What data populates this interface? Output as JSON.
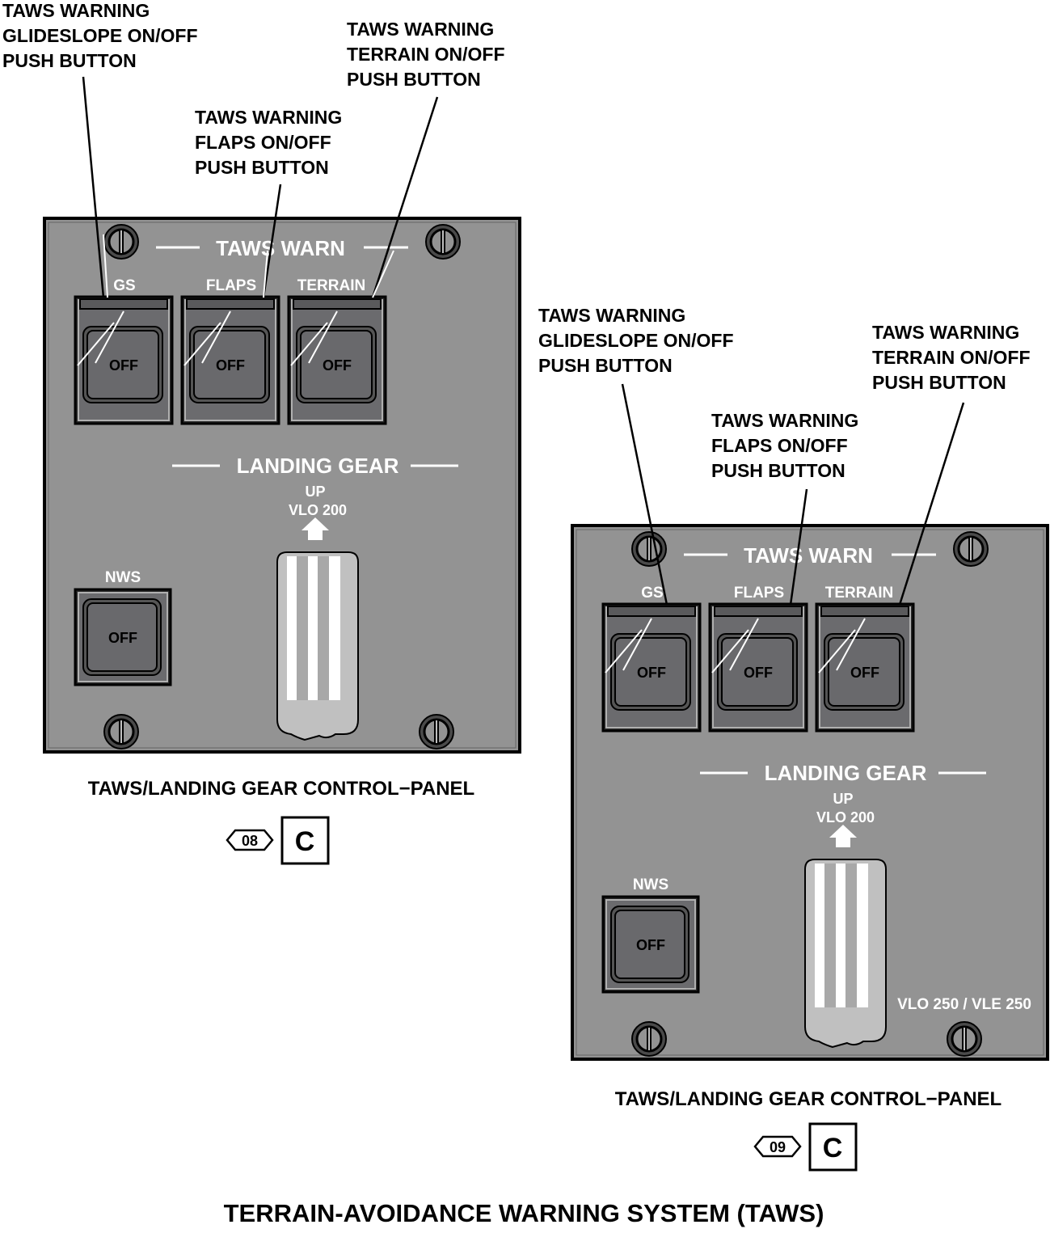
{
  "colors": {
    "panel": "#939393",
    "button_body": "#6b6b6e",
    "button_face": "#69696c",
    "outline": "#000000",
    "legend": "#ffffff",
    "lever": "#c0c0c0",
    "lever_stripe": "#ffffff"
  },
  "panels": [
    {
      "taws_header": "TAWS WARN",
      "buttons": [
        {
          "label": "GS",
          "state": "OFF"
        },
        {
          "label": "FLAPS",
          "state": "OFF"
        },
        {
          "label": "TERRAIN",
          "state": "OFF"
        }
      ],
      "landing_gear_header": "LANDING GEAR",
      "up_label": "UP",
      "vlo_label": "VLO 200",
      "nws_label": "NWS",
      "nws_state": "OFF",
      "placard": "",
      "caption": "TAWS/LANDING GEAR CONTROL−PANEL",
      "effectivity": "08",
      "code": "C",
      "callouts": [
        [
          "TAWS WARNING",
          "GLIDESLOPE ON/OFF",
          "PUSH BUTTON"
        ],
        [
          "TAWS WARNING",
          "FLAPS ON/OFF",
          "PUSH BUTTON"
        ],
        [
          "TAWS WARNING",
          "TERRAIN ON/OFF",
          "PUSH BUTTON"
        ]
      ]
    },
    {
      "taws_header": "TAWS WARN",
      "buttons": [
        {
          "label": "GS",
          "state": "OFF"
        },
        {
          "label": "FLAPS",
          "state": "OFF"
        },
        {
          "label": "TERRAIN",
          "state": "OFF"
        }
      ],
      "landing_gear_header": "LANDING GEAR",
      "up_label": "UP",
      "vlo_label": "VLO 200",
      "nws_label": "NWS",
      "nws_state": "OFF",
      "placard": "VLO 250 / VLE 250",
      "caption": "TAWS/LANDING GEAR CONTROL−PANEL",
      "effectivity": "09",
      "code": "C",
      "callouts": [
        [
          "TAWS WARNING",
          "GLIDESLOPE ON/OFF",
          "PUSH BUTTON"
        ],
        [
          "TAWS WARNING",
          "FLAPS ON/OFF",
          "PUSH BUTTON"
        ],
        [
          "TAWS WARNING",
          "TERRAIN ON/OFF",
          "PUSH BUTTON"
        ]
      ]
    }
  ],
  "figure_title": "TERRAIN-AVOIDANCE WARNING SYSTEM (TAWS)"
}
